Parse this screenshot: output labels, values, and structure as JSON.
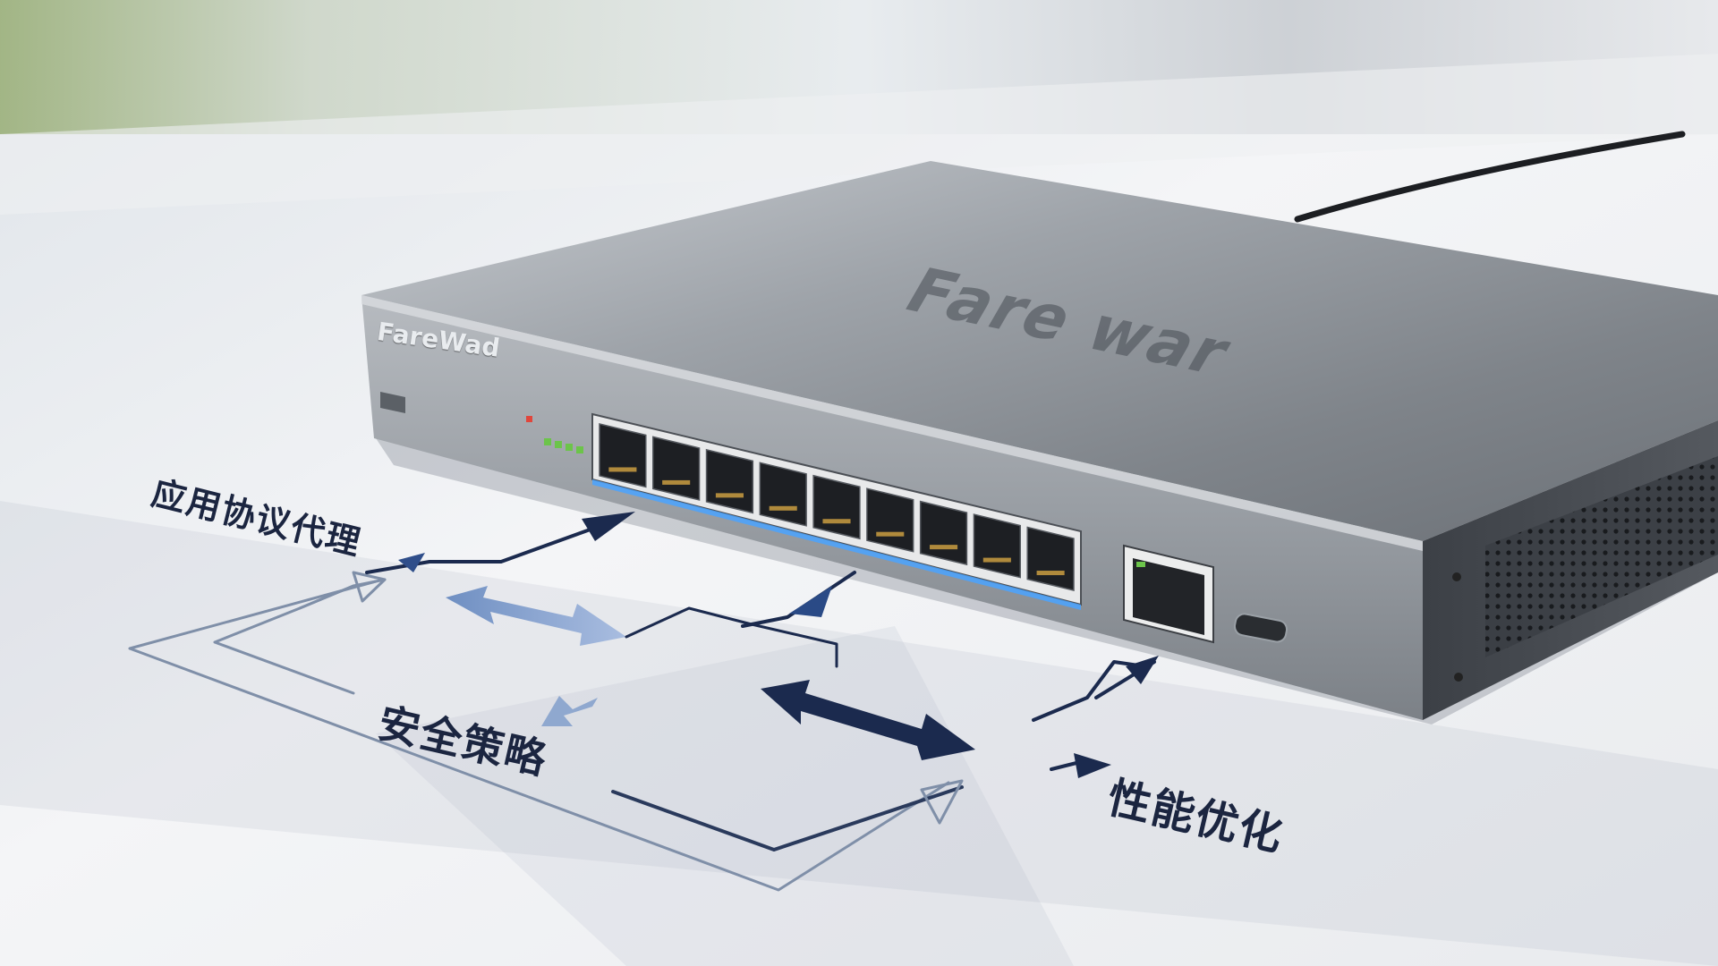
{
  "brand": {
    "front_logo": "FareWad",
    "top_logo": "Fare war"
  },
  "annotations": {
    "app_proxy": "应用协议代理",
    "security_policy": "安全策略",
    "performance": "性能优化"
  },
  "device": {
    "ethernet_ports": 9,
    "uplink_ports": 1,
    "usb_ports": 1,
    "body_color": "#8e9399",
    "led_colors": [
      "#e0463c",
      "#6cc44a",
      "#6cc44a",
      "#6cc44a"
    ]
  },
  "arrow_colors": {
    "dark": "#1b2a4e",
    "light": "#8fa8cf",
    "outline": "#7f8fa8"
  }
}
